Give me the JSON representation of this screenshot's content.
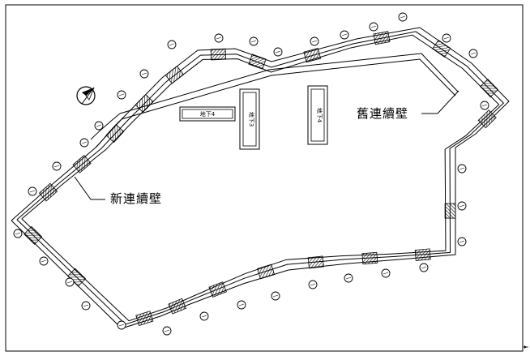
{
  "labels": {
    "old_wall": "舊連續壁",
    "new_wall": "新連續壁"
  },
  "buildings": [
    {
      "id": "b1",
      "text": "地下4"
    },
    {
      "id": "b2",
      "text": "地下3"
    },
    {
      "id": "b3",
      "text": "地下4"
    }
  ],
  "colors": {
    "line": "#000000",
    "background": "#ffffff"
  },
  "icons": {
    "north": "north-arrow-icon"
  }
}
